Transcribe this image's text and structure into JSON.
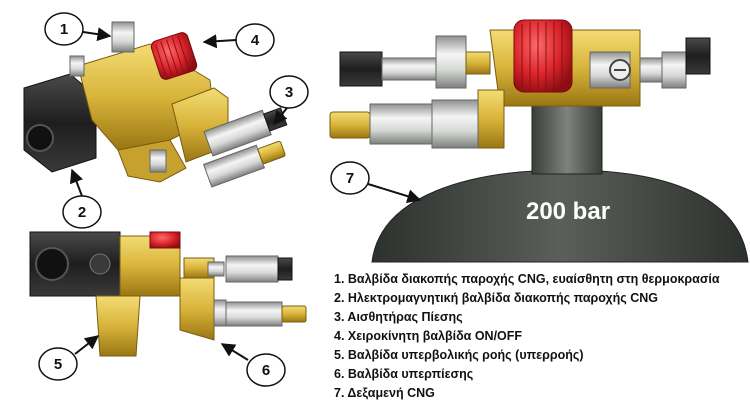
{
  "tank": {
    "pressure_label": "200 bar",
    "color": "#4a4f4a"
  },
  "callouts": [
    "1",
    "2",
    "3",
    "4",
    "5",
    "6",
    "7"
  ],
  "legend": {
    "items": [
      "1. Βαλβίδα διακοπής παροχής CNG, ευαίσθητη στη θερμοκρασία",
      "2. Ηλεκτρομαγνητική βαλβίδα διακοπής παροχής CNG",
      "3. Αισθητήρας Πίεσης",
      "4. Χειροκίνητη βαλβίδα ON/OFF",
      "5. Βαλβίδα υπερβολικής ροής (υπερροής)",
      "6. Βαλβίδα υπερπίεσης",
      "7. Δεξαμενή CNG"
    ]
  },
  "colors": {
    "brass": "#d8b43a",
    "brass_dark": "#a8841c",
    "handwheel": "#d8232a",
    "solenoid": "#2b2b2b",
    "steel": "#c9ccc9"
  }
}
